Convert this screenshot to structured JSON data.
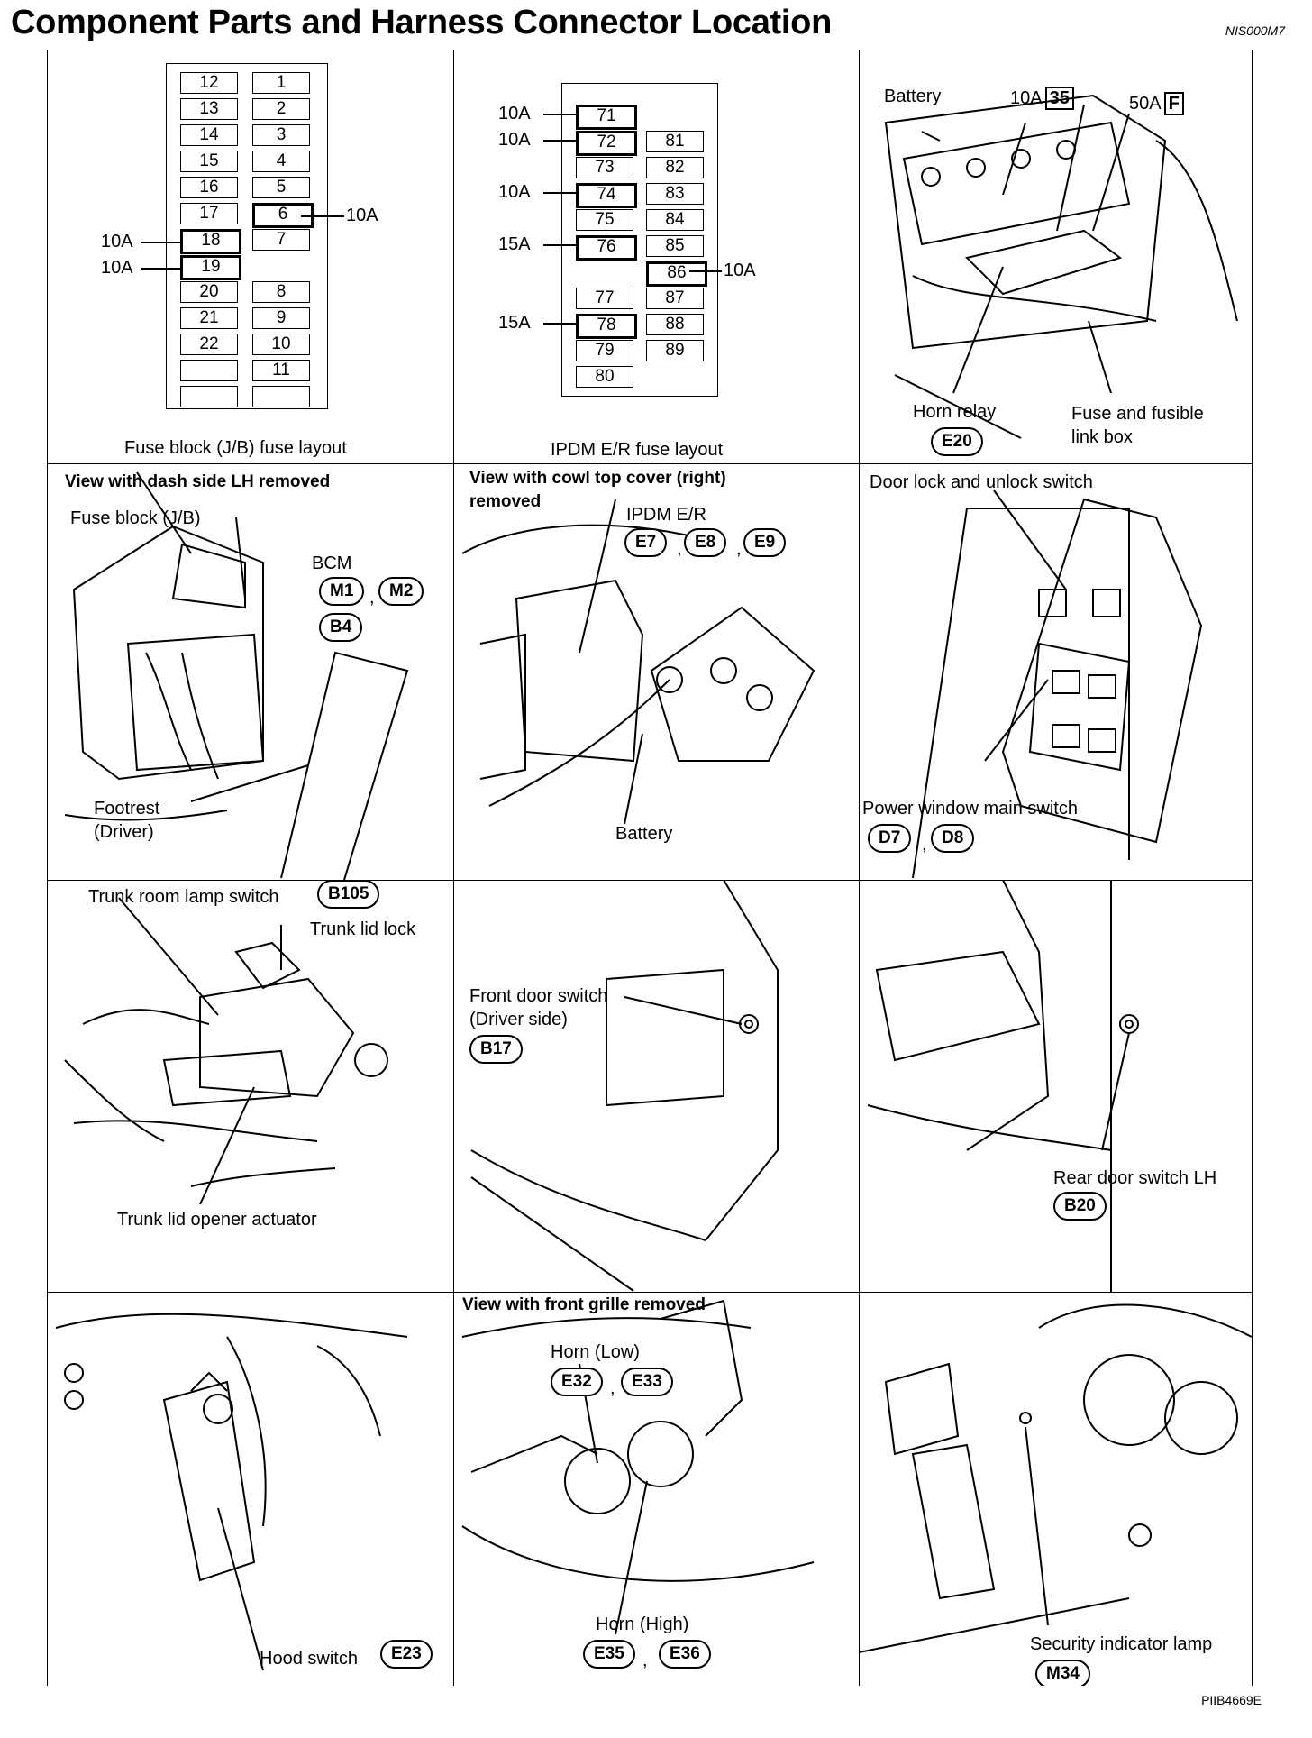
{
  "title": "Component Parts and Harness Connector Location",
  "ref_code": "NIS000M7",
  "figure_code": "PIIB4669E",
  "fuse_block": {
    "caption": "Fuse block (J/B) fuse layout",
    "left_col": [
      "12",
      "13",
      "14",
      "15",
      "16",
      "17",
      "18",
      "19",
      "20",
      "21",
      "22",
      "",
      ""
    ],
    "right_col": [
      "1",
      "2",
      "3",
      "4",
      "5",
      "6",
      "7",
      "",
      "8",
      "9",
      "10",
      "11",
      ""
    ],
    "label_6": "10A",
    "label_18": "10A",
    "label_19": "10A"
  },
  "ipdm": {
    "caption": "IPDM E/R fuse layout",
    "left_col": [
      "71",
      "72",
      "73",
      "74",
      "75",
      "76",
      "",
      "77",
      "78",
      "79",
      "80"
    ],
    "right_col": [
      "",
      "81",
      "82",
      "83",
      "84",
      "85",
      "86",
      "87",
      "88",
      "89",
      ""
    ],
    "label_71": "10A",
    "label_72": "10A",
    "label_74": "10A",
    "label_76": "15A",
    "label_86": "10A",
    "label_78": "15A"
  },
  "battery_cell": {
    "battery": "Battery",
    "fuse35_amp": "10A",
    "fuse35_num": "35",
    "fuseF_amp": "50A",
    "fuseF_letter": "F",
    "horn_relay": "Horn relay",
    "horn_relay_conn": "E20",
    "fuse_box_line1": "Fuse and fusible",
    "fuse_box_line2": "link box"
  },
  "dash_cell": {
    "heading": "View with dash side LH removed",
    "fuse_block": "Fuse block (J/B)",
    "bcm": "BCM",
    "conn1": "M1",
    "sep": ",",
    "conn2": "M2",
    "conn3": "B4",
    "footrest1": "Footrest",
    "footrest2": "(Driver)"
  },
  "cowl_cell": {
    "heading1": "View with cowl top cover (right)",
    "heading2": "removed",
    "ipdm": "IPDM E/R",
    "conn1": "E7",
    "conn2": "E8",
    "conn3": "E9",
    "sep": ",",
    "battery": "Battery"
  },
  "door_cell": {
    "lock_switch": "Door lock and unlock switch",
    "window_switch": "Power window main switch",
    "conn1": "D7",
    "sep": ",",
    "conn2": "D8"
  },
  "trunk_cell": {
    "lamp_switch": "Trunk room lamp switch",
    "lamp_conn": "B105",
    "lid_lock": "Trunk lid lock",
    "actuator": "Trunk lid opener actuator"
  },
  "front_door_cell": {
    "line1": "Front door switch",
    "line2": "(Driver side)",
    "conn": "B17"
  },
  "rear_door_cell": {
    "label": "Rear door switch LH",
    "conn": "B20"
  },
  "hood_cell": {
    "label": "Hood switch",
    "conn": "E23"
  },
  "horn_cell": {
    "heading": "View with front grille removed",
    "horn_low": "Horn (Low)",
    "conn1": "E32",
    "sep": ",",
    "conn2": "E33",
    "horn_high": "Horn (High)",
    "conn3": "E35",
    "conn4": "E36"
  },
  "security_cell": {
    "label": "Security indicator lamp",
    "conn": "M34"
  }
}
